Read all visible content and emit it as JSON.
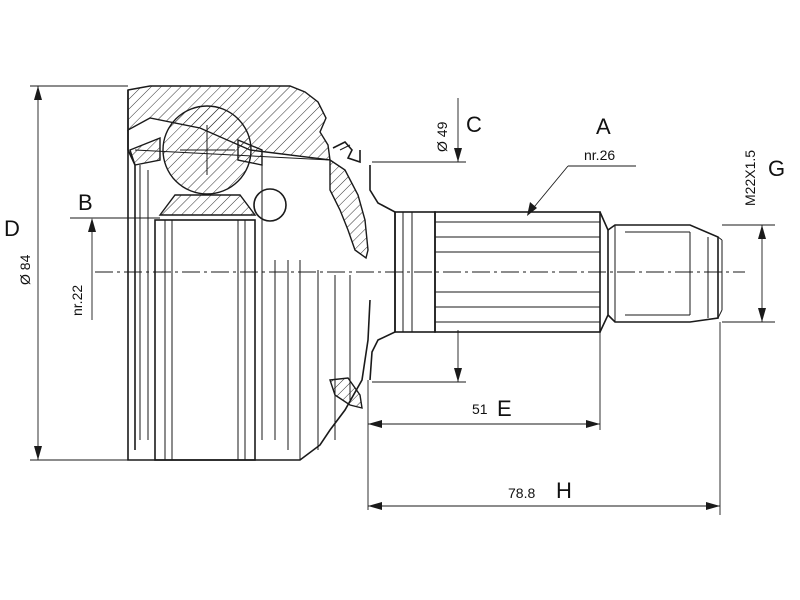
{
  "labels": {
    "D": "D",
    "dia84": "Ø 84",
    "B": "B",
    "nr22": "nr.22",
    "dia49": "Ø 49",
    "C": "C",
    "A": "A",
    "nr26": "nr.26",
    "thread": "M22X1.5",
    "G": "G",
    "len51": "51",
    "E": "E",
    "len788": "78.8",
    "H": "H"
  }
}
